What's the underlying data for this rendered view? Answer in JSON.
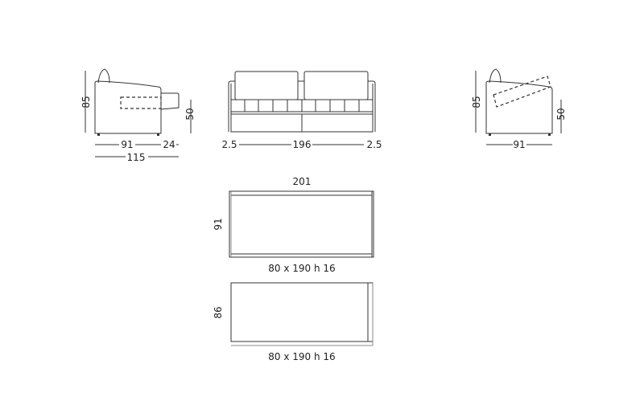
{
  "side_view_left": {
    "height_label": "85",
    "seat_height_label": "50",
    "depth_label": "91",
    "extension_label": "24",
    "total_depth_label": "115"
  },
  "front_view": {
    "left_arm_label": "2.5",
    "width_label": "196",
    "right_arm_label": "2.5"
  },
  "side_view_right": {
    "height_label": "85",
    "seat_height_label": "50",
    "depth_label": "91"
  },
  "plan_top": {
    "width_label": "201",
    "depth_label": "91",
    "mattress_label": "80 x 190 h 16"
  },
  "plan_bottom": {
    "depth_label": "86",
    "mattress_label": "80 x 190 h 16"
  },
  "colors": {
    "line": "#333333",
    "text": "#222222",
    "background": "#ffffff"
  }
}
